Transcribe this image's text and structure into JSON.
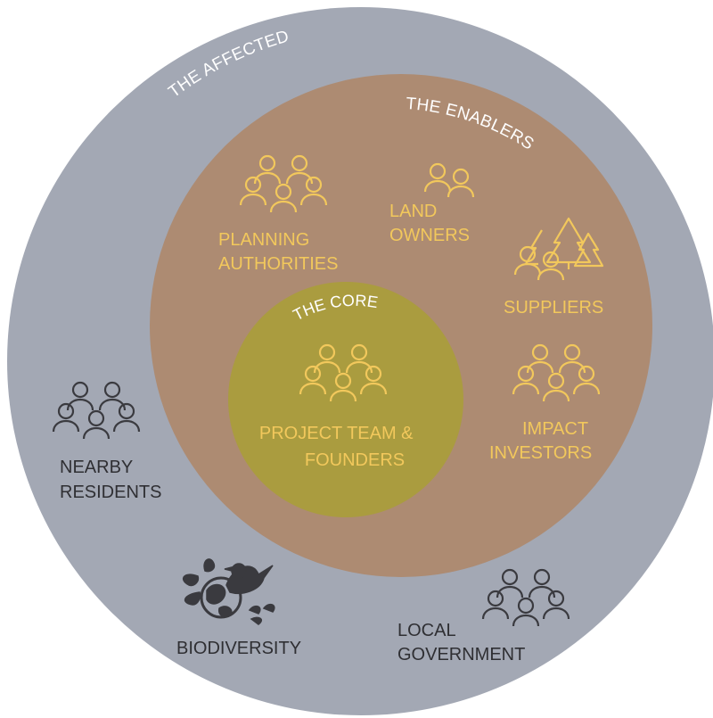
{
  "colors": {
    "outer_ring": "#a3a8b4",
    "middle_ring": "#ad8b72",
    "core": "#aa9c3f",
    "gold_text": "#f2c85c",
    "dark_text": "#2f2f33",
    "white_text": "#ffffff"
  },
  "rings": {
    "affected": {
      "title": "THE AFFECTED"
    },
    "enablers": {
      "title": "THE ENABLERS"
    },
    "core": {
      "title": "THE CORE"
    }
  },
  "stakeholders": {
    "project_team": {
      "lines": [
        "PROJECT TEAM &",
        "FOUNDERS"
      ],
      "icon": "group-icon"
    },
    "planning_authorities": {
      "lines": [
        "PLANNING",
        "AUTHORITIES"
      ],
      "icon": "group-icon"
    },
    "land_owners": {
      "lines": [
        "LAND",
        "OWNERS"
      ],
      "icon": "pair-icon"
    },
    "suppliers": {
      "lines": [
        "SUPPLIERS"
      ],
      "icon": "people-trees-icon"
    },
    "impact_investors": {
      "lines": [
        "IMPACT",
        "INVESTORS"
      ],
      "icon": "group-icon"
    },
    "nearby_residents": {
      "lines": [
        "NEARBY",
        "RESIDENTS"
      ],
      "icon": "group-icon"
    },
    "biodiversity": {
      "lines": [
        "BIODIVERSITY"
      ],
      "icon": "bird-globe-icon"
    },
    "local_government": {
      "lines": [
        "LOCAL",
        "GOVERNMENT"
      ],
      "icon": "group-icon"
    }
  }
}
